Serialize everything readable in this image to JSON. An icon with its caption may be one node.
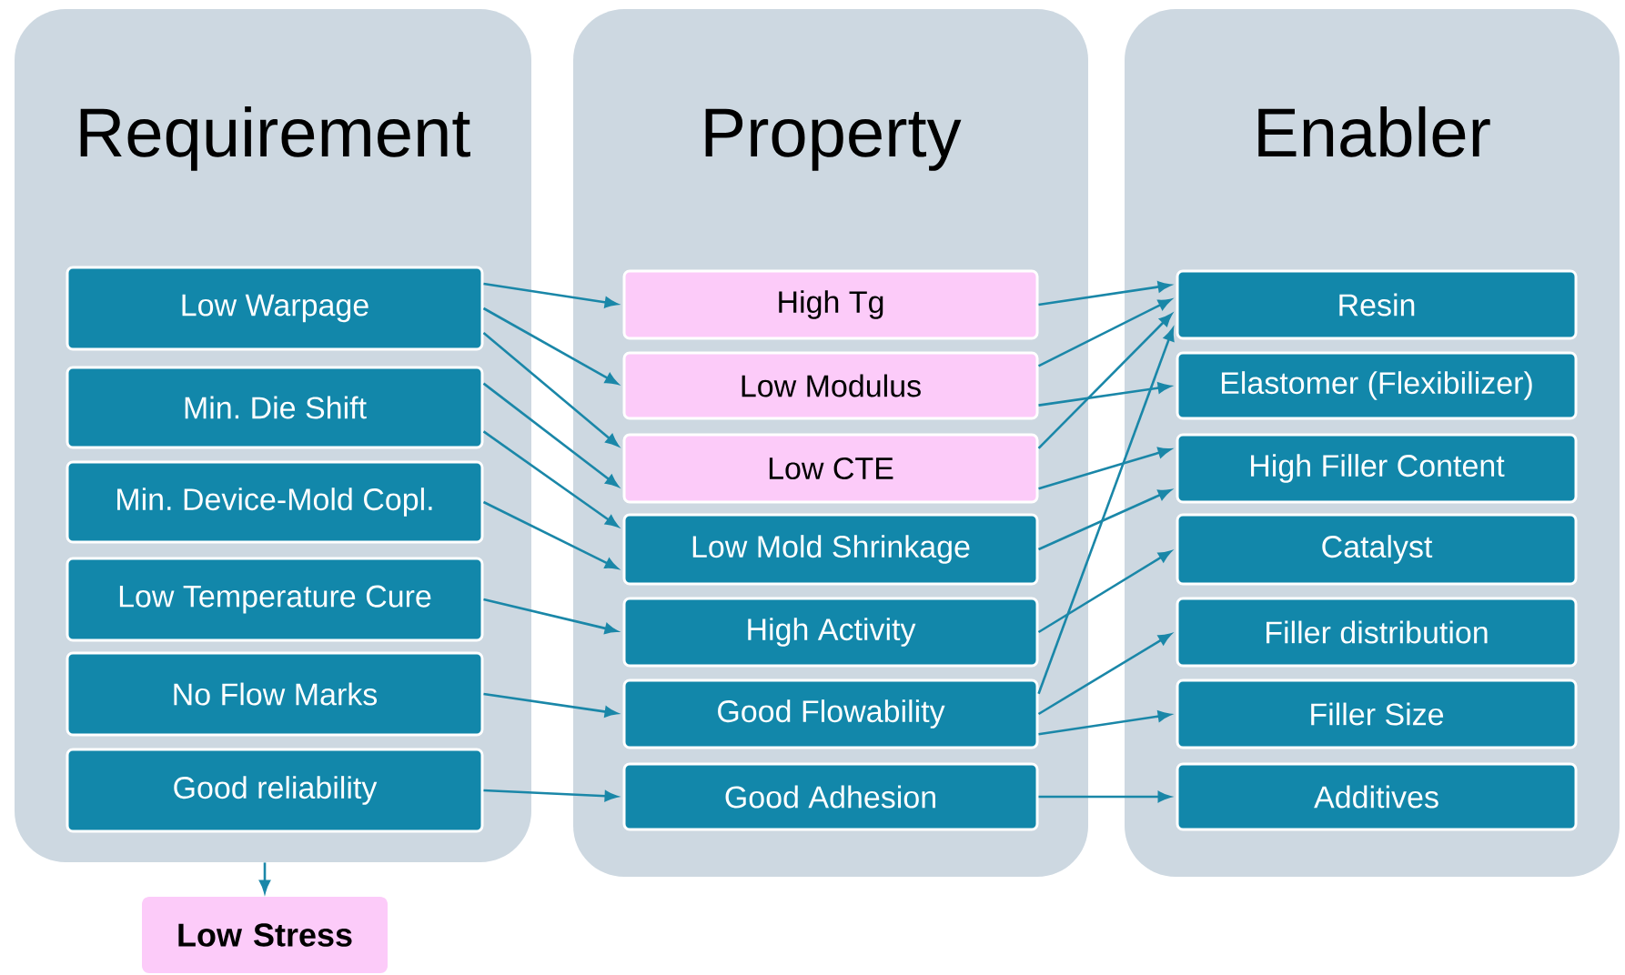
{
  "diagram": {
    "nodes": [
      {
        "text": [
          "Requirement"
        ]
      },
      {
        "text": [
          "Property"
        ]
      },
      {
        "text": [
          "Enabler"
        ]
      },
      {
        "text": [
          "Low Warpage"
        ],
        "in": 0
      },
      {
        "text": [
          "Min. Die Shift"
        ],
        "in": 0
      },
      {
        "text": [
          "Min. Device-Mold Copl."
        ],
        "in": 0
      },
      {
        "text": [
          "Low Temperature Cure"
        ],
        "in": 0
      },
      {
        "text": [
          "No Flow Marks"
        ],
        "in": 0
      },
      {
        "text": [
          "Good reliability"
        ],
        "in": 0
      },
      {
        "text": [
          "High Tg"
        ],
        "in": 1
      },
      {
        "text": [
          "Low Modulus"
        ],
        "in": 1
      },
      {
        "text": [
          "Low CTE"
        ],
        "in": 1
      },
      {
        "text": [
          "Low Mold Shrinkage"
        ],
        "in": 1
      },
      {
        "text": [
          "High Activity"
        ],
        "in": 1
      },
      {
        "text": [
          "Good Flowability"
        ],
        "in": 1
      },
      {
        "text": [
          "Good Adhesion"
        ],
        "in": 1
      },
      {
        "text": [
          "Resin"
        ],
        "in": 2
      },
      {
        "text": [
          "Elastomer (Flexibilizer)"
        ],
        "in": 2
      },
      {
        "text": [
          "High Filler Content"
        ],
        "in": 2
      },
      {
        "text": [
          "Catalyst"
        ],
        "in": 2
      },
      {
        "text": [
          "Filler distribution"
        ],
        "in": 2
      },
      {
        "text": [
          "Filler Size"
        ],
        "in": 2
      },
      {
        "text": [
          "Additives"
        ],
        "in": 2
      },
      {
        "text": [
          "Low Stress"
        ]
      }
    ],
    "edges": [
      {
        "from": 3,
        "to": 9,
        "arrow": "to"
      },
      {
        "from": 3,
        "to": 10,
        "arrow": "to"
      },
      {
        "from": 3,
        "to": 11,
        "arrow": "to"
      },
      {
        "from": 4,
        "to": 11,
        "arrow": "to"
      },
      {
        "from": 4,
        "to": 12,
        "arrow": "to"
      },
      {
        "from": 5,
        "to": 12,
        "arrow": "to"
      },
      {
        "from": 6,
        "to": 13,
        "arrow": "to"
      },
      {
        "from": 7,
        "to": 14,
        "arrow": "to"
      },
      {
        "from": 8,
        "to": 15,
        "arrow": "to"
      },
      {
        "from": 9,
        "to": 16,
        "arrow": "to"
      },
      {
        "from": 10,
        "to": 16,
        "arrow": "to"
      },
      {
        "from": 10,
        "to": 17,
        "arrow": "to"
      },
      {
        "from": 11,
        "to": 16,
        "arrow": "to"
      },
      {
        "from": 11,
        "to": 18,
        "arrow": "to"
      },
      {
        "from": 12,
        "to": 18,
        "arrow": "to"
      },
      {
        "from": 13,
        "to": 19,
        "arrow": "to"
      },
      {
        "from": 14,
        "to": 16,
        "arrow": "to"
      },
      {
        "from": 14,
        "to": 20,
        "arrow": "to"
      },
      {
        "from": 14,
        "to": 21,
        "arrow": "to"
      },
      {
        "from": 15,
        "to": 22,
        "arrow": "to"
      },
      {
        "from": 0,
        "to": 23,
        "arrow": "to"
      }
    ]
  }
}
